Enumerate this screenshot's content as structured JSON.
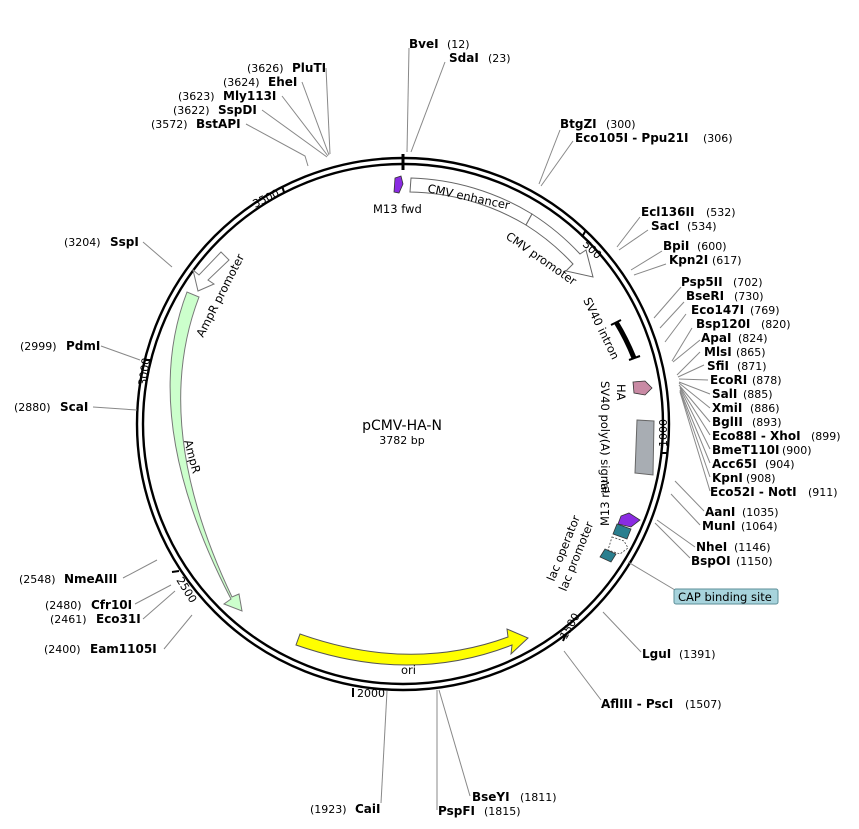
{
  "plasmid": {
    "name": "pCMV-HA-N",
    "length_label": "3782 bp",
    "length_bp": 3782
  },
  "ticks": [
    "500",
    "1000",
    "1500",
    "2000",
    "2500",
    "3000",
    "3500"
  ],
  "features": {
    "m13_fwd": "M13 fwd",
    "cmv_enhancer": "CMV enhancer",
    "cmv_promoter": "CMV promoter",
    "sv40_intron": "SV40 intron",
    "ha": "HA",
    "sv40_polya": "SV40 poly(A) signal",
    "m13_rev": "M13 rev",
    "lac_operator": "lac operator",
    "lac_promoter": "lac promoter",
    "cap_binding_site": "CAP binding site",
    "ori": "ori",
    "ampr": "AmpR",
    "ampr_promoter": "AmpR promoter"
  },
  "sites_right": [
    {
      "name": "BveI",
      "pos": "(12)"
    },
    {
      "name": "SdaI",
      "pos": "(23)"
    },
    {
      "name": "BtgZI",
      "pos": "(300)"
    },
    {
      "name": "Eco105I - Ppu21I",
      "pos": "(306)"
    },
    {
      "name": "Ecl136II",
      "pos": "(532)"
    },
    {
      "name": "SacI",
      "pos": "(534)"
    },
    {
      "name": "BpiI",
      "pos": "(600)"
    },
    {
      "name": "Kpn2I",
      "pos": "(617)"
    },
    {
      "name": "Psp5II",
      "pos": "(702)"
    },
    {
      "name": "BseRI",
      "pos": "(730)"
    },
    {
      "name": "Eco147I",
      "pos": "(769)"
    },
    {
      "name": "Bsp120I",
      "pos": "(820)"
    },
    {
      "name": "ApaI",
      "pos": "(824)"
    },
    {
      "name": "MlsI",
      "pos": "(865)"
    },
    {
      "name": "SfiI",
      "pos": "(871)"
    },
    {
      "name": "EcoRI",
      "pos": "(878)"
    },
    {
      "name": "SalI",
      "pos": "(885)"
    },
    {
      "name": "XmiI",
      "pos": "(886)"
    },
    {
      "name": "BglII",
      "pos": "(893)"
    },
    {
      "name": "Eco88I - XhoI",
      "pos": "(899)"
    },
    {
      "name": "BmeT110I",
      "pos": "(900)"
    },
    {
      "name": "Acc65I",
      "pos": "(904)"
    },
    {
      "name": "KpnI",
      "pos": "(908)"
    },
    {
      "name": "Eco52I - NotI",
      "pos": "(911)"
    },
    {
      "name": "AanI",
      "pos": "(1035)"
    },
    {
      "name": "MunI",
      "pos": "(1064)"
    },
    {
      "name": "NheI",
      "pos": "(1146)"
    },
    {
      "name": "BspOI",
      "pos": "(1150)"
    },
    {
      "name": "LguI",
      "pos": "(1391)"
    },
    {
      "name": "AflIII - PscI",
      "pos": "(1507)"
    },
    {
      "name": "BseYI",
      "pos": "(1811)"
    },
    {
      "name": "PspFI",
      "pos": "(1815)"
    }
  ],
  "sites_left": [
    {
      "name": "PluTI",
      "pos": "(3626)"
    },
    {
      "name": "EheI",
      "pos": "(3624)"
    },
    {
      "name": "Mly113I",
      "pos": "(3623)"
    },
    {
      "name": "SspDI",
      "pos": "(3622)"
    },
    {
      "name": "BstAPI",
      "pos": "(3572)"
    },
    {
      "name": "SspI",
      "pos": "(3204)"
    },
    {
      "name": "PdmI",
      "pos": "(2999)"
    },
    {
      "name": "ScaI",
      "pos": "(2880)"
    },
    {
      "name": "NmeAIII",
      "pos": "(2548)"
    },
    {
      "name": "Cfr10I",
      "pos": "(2480)"
    },
    {
      "name": "Eco31I",
      "pos": "(2461)"
    },
    {
      "name": "Eam1105I",
      "pos": "(2400)"
    },
    {
      "name": "CaiI",
      "pos": "(1923)"
    }
  ],
  "colors": {
    "m13": "#8a2be2",
    "ha": "#c98aa4",
    "polya": "#a8adb3",
    "lac": "#2a7f8f",
    "ori": "#ffff00",
    "ampr": "#ccffcc",
    "cap": "#a7d3dc",
    "leader": "#888888"
  }
}
